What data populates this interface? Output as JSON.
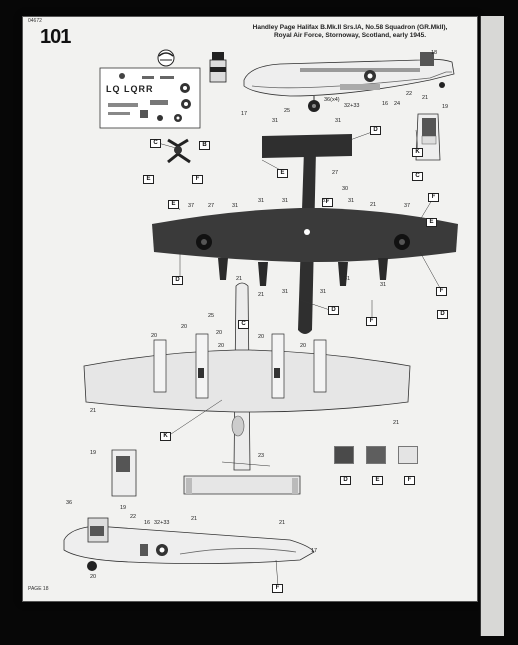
{
  "header": {
    "code": "04672",
    "step_number": "101",
    "title_line1": "Handley Page Halifax B.Mk.II Srs.IA, No.58 Squadron (GR.MkII),",
    "title_line2": "Royal Air Force, Stornoway, Scotland, early 1945."
  },
  "footer": {
    "page_label": "PAGE 18"
  },
  "decal_sheet": {
    "codes": "LQ LQRR"
  },
  "markers": [
    "C",
    "B",
    "E",
    "F",
    "D",
    "K",
    "C",
    "E",
    "F",
    "D",
    "E",
    "D",
    "F",
    "F",
    "E",
    "F",
    "D",
    "K",
    "F",
    "C"
  ],
  "swatches": [
    {
      "label": "D",
      "color": "#4a4a4a"
    },
    {
      "label": "E",
      "color": "#5e5e5e"
    },
    {
      "label": "F",
      "color": "#e4e4e4"
    }
  ],
  "callouts": {
    "side_top": [
      "18",
      "17",
      "25",
      "36(x4)",
      "32+33",
      "16",
      "24",
      "22",
      "21",
      "19"
    ],
    "top_view": [
      "31",
      "31",
      "27",
      "27",
      "31",
      "31",
      "30",
      "31",
      "31",
      "21",
      "31",
      "37",
      "37",
      "21",
      "31",
      "31",
      "31",
      "31",
      "21"
    ],
    "bottom_view": [
      "25",
      "20",
      "20",
      "20",
      "20",
      "20",
      "20",
      "21",
      "21",
      "23",
      "21",
      "21",
      "19"
    ],
    "side_bottom": [
      "36",
      "19",
      "22",
      "16",
      "32+33",
      "17",
      "20"
    ]
  }
}
